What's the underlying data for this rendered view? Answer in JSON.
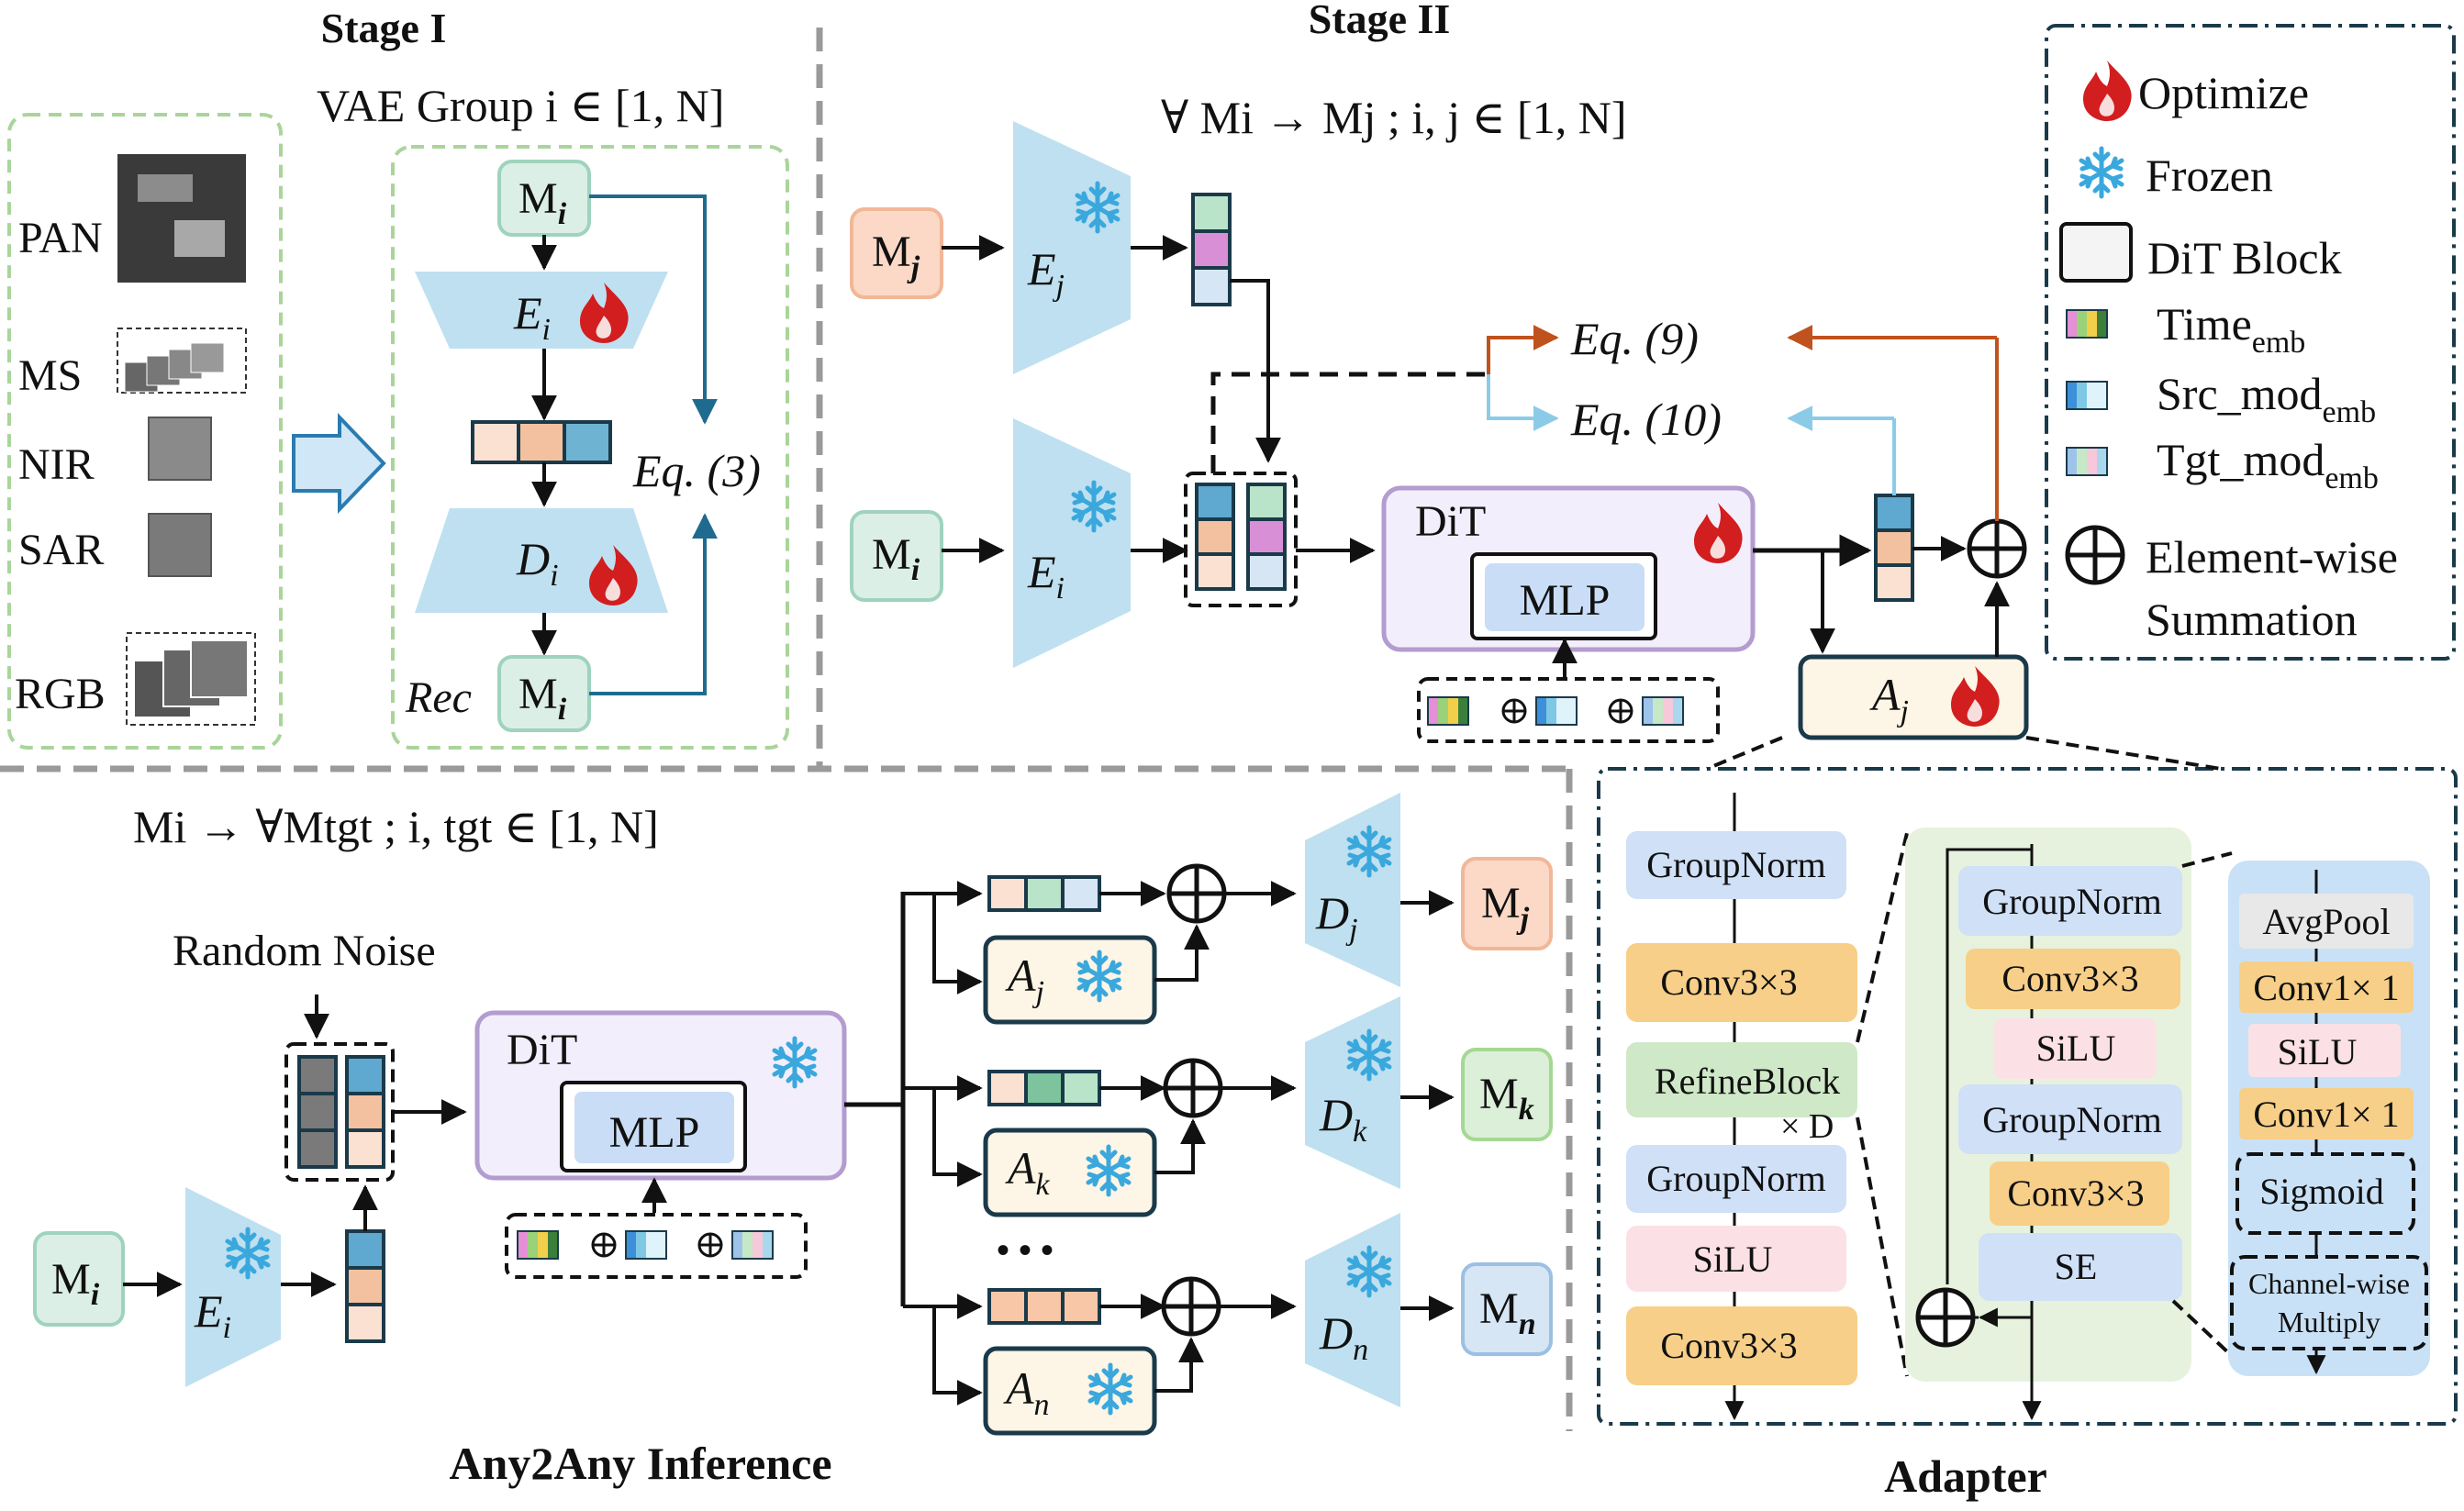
{
  "stage1": {
    "title": "Stage I",
    "vae_group": "VAE Group i ∈ [1, N]",
    "modalities": [
      "PAN",
      "MS",
      "NIR",
      "SAR",
      "RGB"
    ],
    "input": "M",
    "input_sub": "i",
    "encoder": "E",
    "encoder_sub": "i",
    "decoder": "D",
    "decoder_sub": "i",
    "rec_label": "Rec",
    "eq": "Eq. (3)"
  },
  "stage2": {
    "title": "Stage II",
    "mapping": "∀ Mi → Mj ; i, j ∈ [1, N]",
    "eq9": "Eq. (9)",
    "eq10": "Eq. (10)",
    "dit_title": "DiT",
    "mlp": "MLP",
    "adapter_label": "A",
    "adapter_sub": "j"
  },
  "legend": {
    "optimize": "Optimize",
    "frozen": "Frozen",
    "dit_block": "DiT Block",
    "time": "Time",
    "src": "Src_mod",
    "tgt": "Tgt_mod",
    "emb": "emb",
    "sum_line1": "Element-wise",
    "sum_line2": "Summation"
  },
  "inference": {
    "title": "Any2Any Inference",
    "mapping": "Mi → ∀Mtgt ; i, tgt ∈ [1, N]",
    "random_noise": "Random Noise",
    "dit_title": "DiT",
    "mlp": "MLP",
    "dots": "• • •",
    "targets": [
      "j",
      "k",
      "n"
    ]
  },
  "adapter": {
    "title": "Adapter",
    "col1": [
      "GroupNorm",
      "Conv3×3",
      "RefineBlock",
      "GroupNorm",
      "SiLU",
      "Conv3×3"
    ],
    "refine_repeat": "× D",
    "col2": [
      "GroupNorm",
      "Conv3×3",
      "SiLU",
      "GroupNorm",
      "Conv3×3",
      "SE"
    ],
    "col3": [
      "AvgPool",
      "Conv1× 1",
      "SiLU",
      "Conv1× 1",
      "Sigmoid"
    ],
    "multiply_line1": "Channel-wise",
    "multiply_line2": "Multiply"
  },
  "colors": {
    "green_box": "#dcefe6",
    "orange_box": "#fbd9c6",
    "blue_box": "#d6e6f5",
    "trapezoid": "#bfe0f0",
    "dit_fill": "#f3eefb",
    "dit_border": "#b39ccf",
    "mlp_fill": "#c9ddf6",
    "arrow_blue": "#1f6b8f",
    "arrow_orange": "#c0531d",
    "arrow_lightblue": "#8ccbe8",
    "flame": "#d21e1e",
    "snow": "#3aa8dc",
    "col_blue": "#cfe0f7",
    "col_orange": "#f7cf88",
    "col_green": "#cfe8c8",
    "col_pink": "#fbe1e6",
    "col_gray": "#e8e8e8"
  },
  "icons": [
    "flame-icon",
    "snowflake-icon",
    "plus-circle-icon"
  ]
}
